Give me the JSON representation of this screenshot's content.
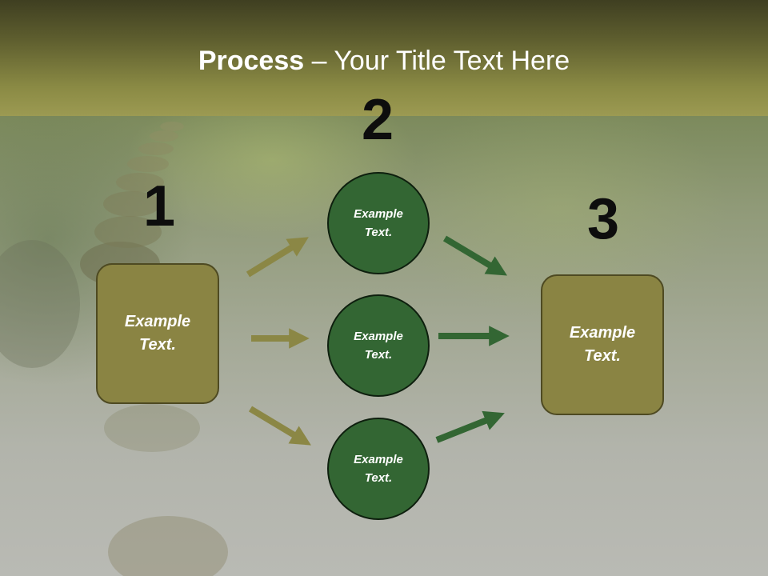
{
  "title": {
    "bold": "Process",
    "rest": " – Your Title Text Here"
  },
  "steps": {
    "one": {
      "number": "1",
      "text": "Example\nText."
    },
    "two": {
      "number": "2"
    },
    "three": {
      "number": "3",
      "text": "Example\nText."
    }
  },
  "circles": [
    {
      "text": "Example\nText."
    },
    {
      "text": "Example\nText."
    },
    {
      "text": "Example\nText."
    }
  ],
  "colors": {
    "box_fill": "#8a8443",
    "circle_fill": "#336633",
    "left_arrows": "#8b8745",
    "right_arrows": "#336633"
  }
}
